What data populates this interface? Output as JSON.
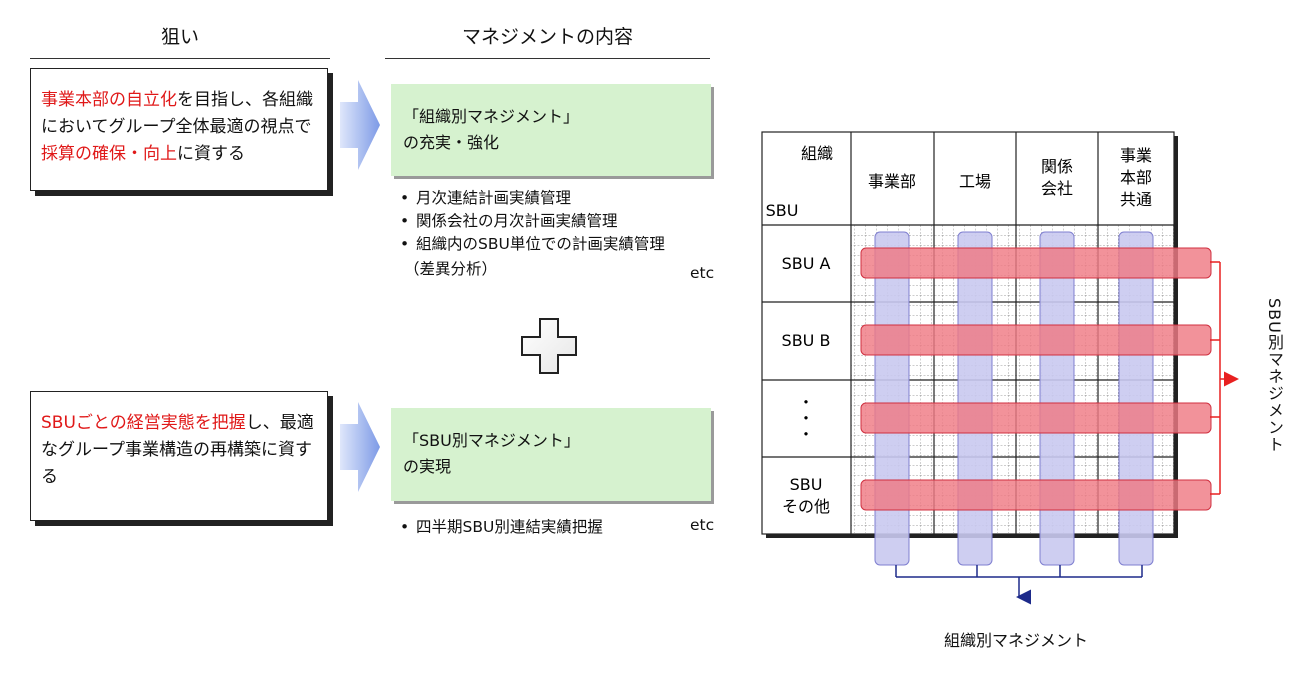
{
  "headers": {
    "aim": "狙い",
    "management": "マネジメントの内容"
  },
  "goal1": {
    "parts": [
      {
        "text": "事業本部の自立化",
        "red": true
      },
      {
        "text": "を目指し、各組織においてグループ全体最適の視点で",
        "red": false
      },
      {
        "text": "採算の確保・向上",
        "red": true
      },
      {
        "text": "に資する",
        "red": false
      }
    ]
  },
  "goal2": {
    "parts": [
      {
        "text": "SBUごとの経営実態を把握",
        "red": true
      },
      {
        "text": "し、最適なグループ事業構造の再構築に資する",
        "red": false
      }
    ]
  },
  "mgmt1": {
    "line1": "「組織別マネジメント」",
    "line2": "の充実・強化",
    "bullets": [
      "月次連結計画実績管理",
      "関係会社の月次計画実績管理",
      "組織内のSBU単位での計画実績管理"
    ],
    "sub": "（差異分析）",
    "etc": "etc"
  },
  "mgmt2": {
    "line1": "「SBU別マネジメント」",
    "line2": "の実現",
    "bullets": [
      "四半期SBU別連結実績把握"
    ],
    "etc": "etc"
  },
  "matrix": {
    "corner_top": "組織",
    "corner_bottom": "SBU",
    "columns": [
      "事業部",
      "工場",
      "関係\n会社",
      "事業\n本部\n共通"
    ],
    "rows": [
      "SBU A",
      "SBU B",
      "・\n・\n・",
      "SBU\nその他"
    ],
    "right_label": "SBU別マネジメント",
    "bottom_label": "組織別マネジメント"
  },
  "colors": {
    "red_text": "#e01818",
    "mgmt_fill": "#d6f2cf",
    "row_band": "#ef7a84",
    "col_band": "#c9c9ef",
    "red_line": "#e82020",
    "navy_line": "#1d2a8a",
    "arrow_blue": "#8fa8e8"
  }
}
